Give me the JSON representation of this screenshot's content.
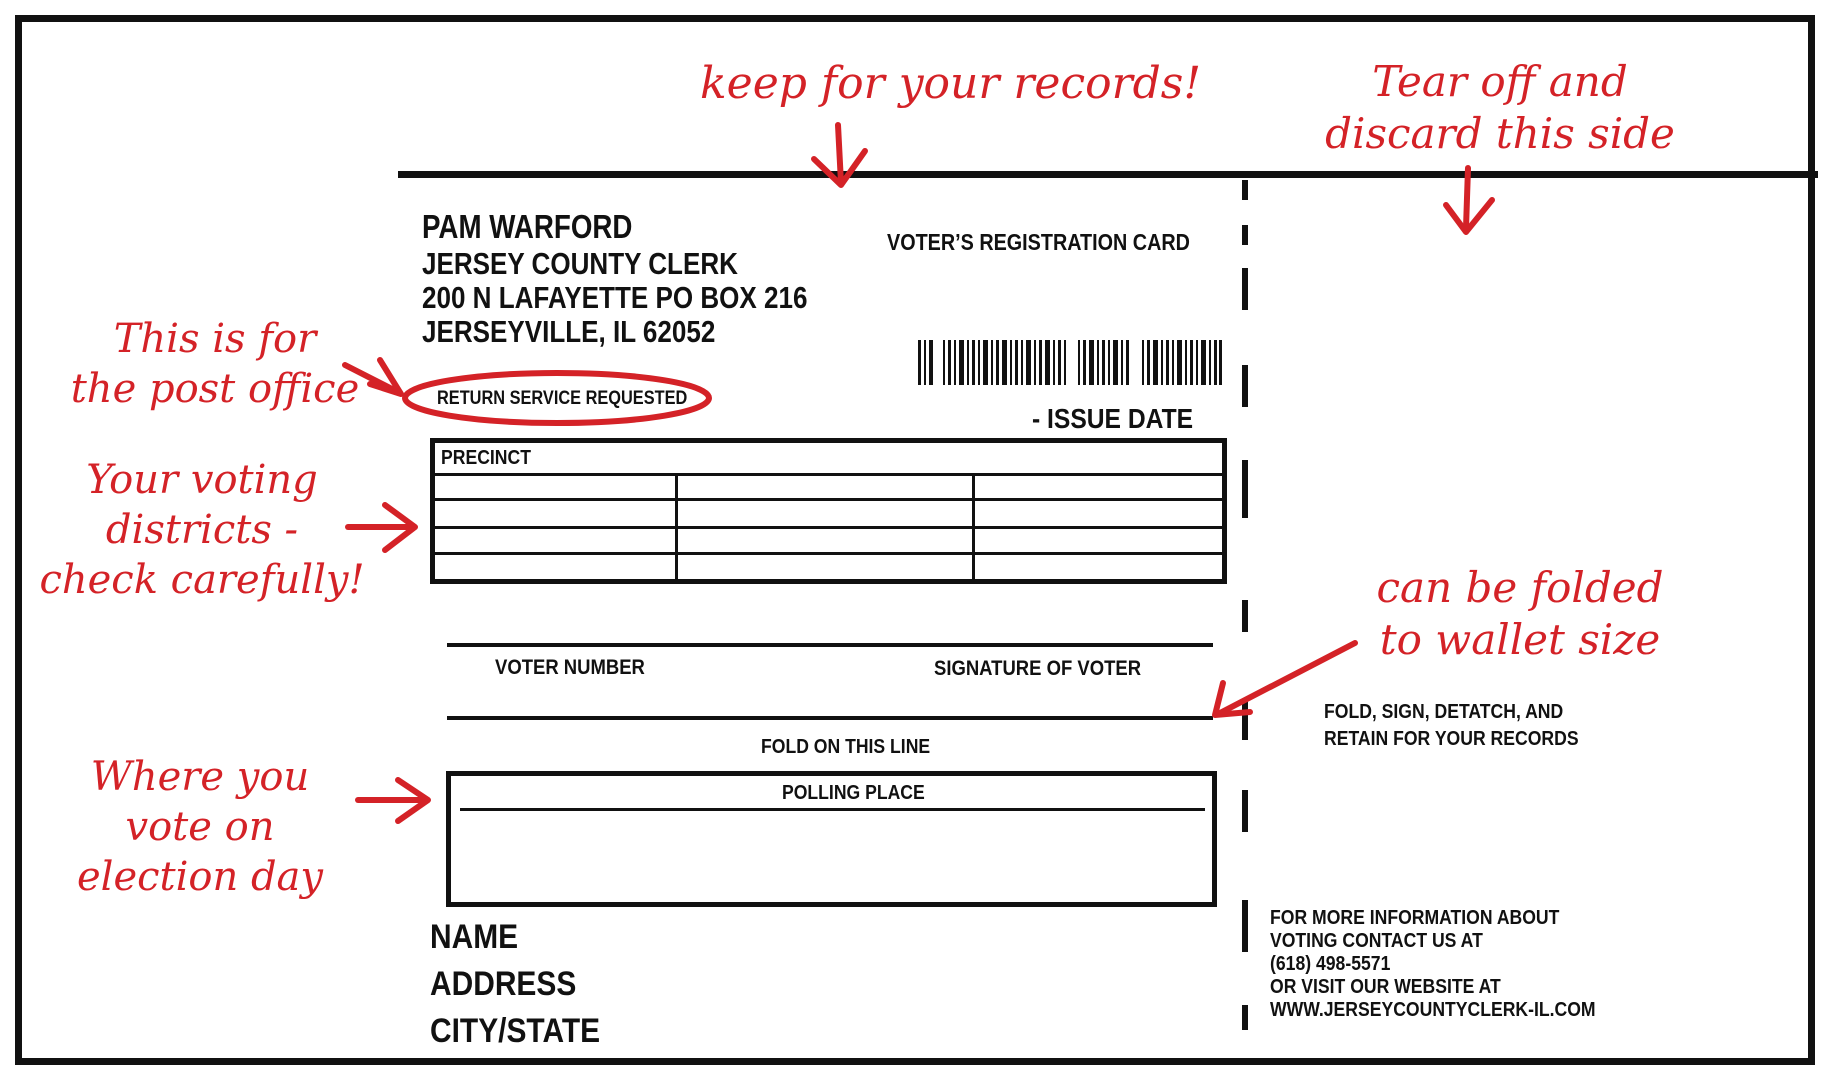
{
  "card": {
    "sender": {
      "name": "PAM WARFORD",
      "title": "JERSEY COUNTY CLERK",
      "street": "200 N LAFAYETTE PO BOX 216",
      "city": "JERSEYVILLE, IL 62052"
    },
    "card_title": "VOTER’S REGISTRATION CARD",
    "return_service": "RETURN SERVICE REQUESTED",
    "issue_date": "- ISSUE DATE",
    "precinct_label": "PRECINCT",
    "voter_number_label": "VOTER NUMBER",
    "signature_label": "SIGNATURE OF VOTER",
    "fold_line_label": "FOLD ON THIS LINE",
    "polling_place_label": "POLLING PLACE",
    "recipient": {
      "name": "NAME",
      "address": "ADDRESS",
      "city_state": "CITY/STATE"
    },
    "stub_instructions": [
      "FOLD, SIGN, DETATCH, AND",
      "RETAIN FOR YOUR RECORDS"
    ],
    "contact_info": [
      "FOR MORE INFORMATION ABOUT",
      "VOTING CONTACT US AT",
      "(618) 498-5571",
      "OR VISIT OUR WEBSITE AT",
      "WWW.JERSEYCOUNTYCLERK-IL.COM"
    ]
  },
  "annotations": {
    "keep_records": "keep for your records!",
    "tear_off": [
      "Tear off and",
      "discard this side"
    ],
    "post_office": [
      "This is for",
      "the post office"
    ],
    "voting_districts": [
      "Your voting",
      "districts -",
      "check carefully!"
    ],
    "wallet_size": [
      "can be folded",
      "to wallet size"
    ],
    "election_day": [
      "Where you",
      "vote on",
      "election day"
    ]
  },
  "colors": {
    "ink": "#111111",
    "annotation_red": "#d42227",
    "background": "#ffffff"
  }
}
